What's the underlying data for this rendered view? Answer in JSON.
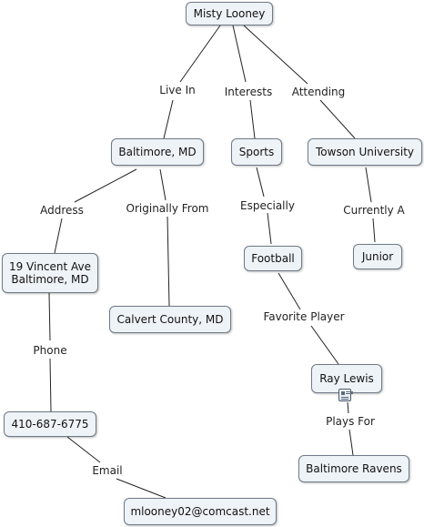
{
  "nodes": {
    "misty": "Misty Looney",
    "baltimore": "Baltimore, MD",
    "sports": "Sports",
    "towson": "Towson University",
    "address": "19 Vincent Ave\nBaltimore, MD",
    "calvert": "Calvert County, MD",
    "football": "Football",
    "junior": "Junior",
    "ray": "Ray Lewis",
    "phone": "410-687-6775",
    "ravens": "Baltimore Ravens",
    "email": "mlooney02@comcast.net"
  },
  "links": {
    "live_in": "Live In",
    "interests": "Interests",
    "attending": "Attending",
    "address": "Address",
    "originally_from": "Originally From",
    "especially": "Especially",
    "currently_a": "Currently A",
    "favorite_player": "Favorite Player",
    "phone": "Phone",
    "plays_for": "Plays For",
    "email": "Email"
  },
  "icons": {
    "note": "note-icon"
  },
  "colors": {
    "node_fill": "#eef3f8",
    "node_border": "#6f7a86",
    "line": "#222222"
  }
}
